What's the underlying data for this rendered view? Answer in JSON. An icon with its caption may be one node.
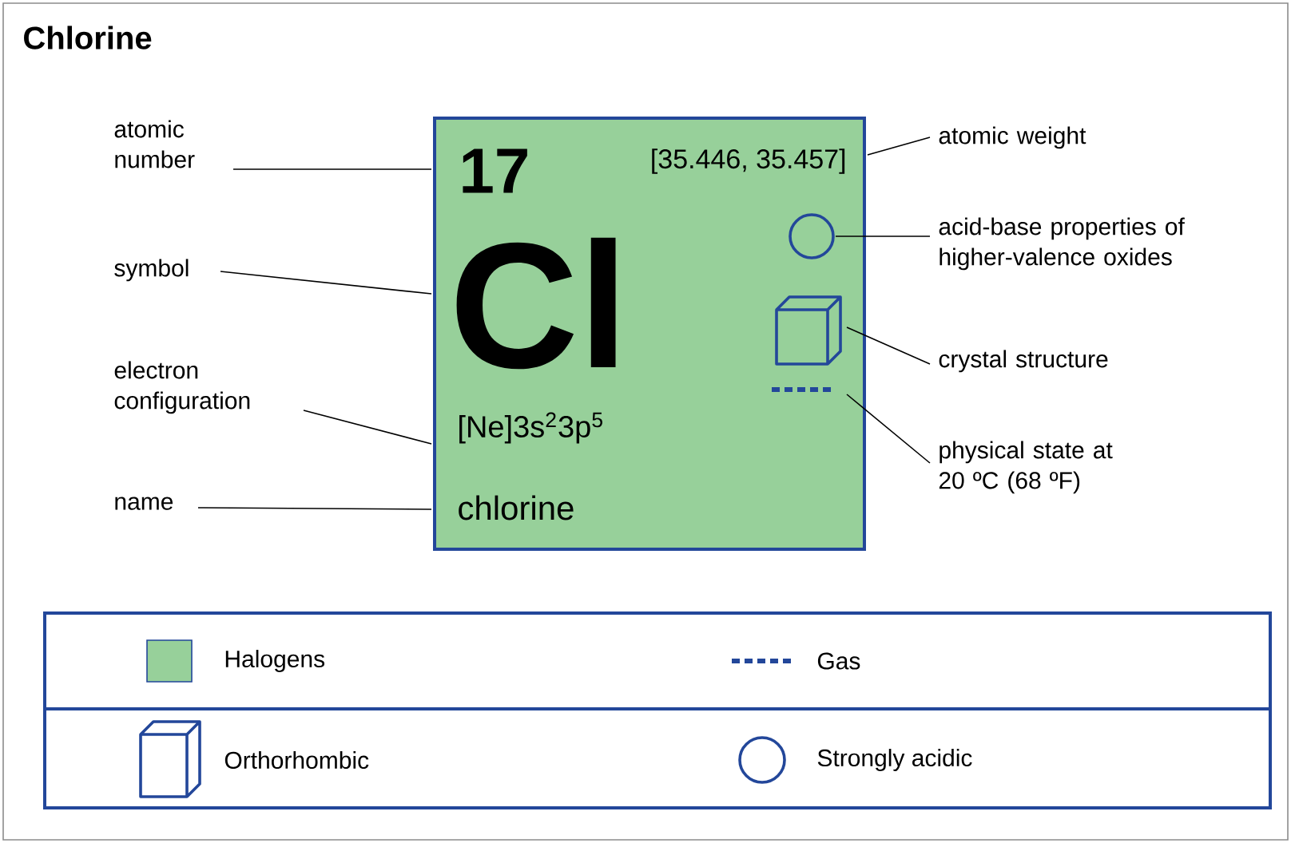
{
  "diagram": {
    "title": "Chlorine",
    "nodes": [
      {
        "text": [],
        "shape": "box"
      },
      {
        "text": [
          "17"
        ],
        "in": 0
      },
      {
        "text": [
          "[35.446, 35.457]"
        ],
        "in": 0
      },
      {
        "text": [
          "Cl"
        ],
        "in": 0
      },
      {
        "text": [
          "[Ne]3s$^{2}$3p$^{5}$"
        ],
        "in": 0
      },
      {
        "text": [
          "chlorine"
        ],
        "in": 0
      },
      {
        "text": [],
        "shape": "circle",
        "in": 0
      },
      {
        "text": [],
        "shape": "cube",
        "in": 0
      },
      {
        "text": [],
        "shape": "line",
        "in": 0
      },
      {
        "text": [
          "atomic number"
        ]
      },
      {
        "text": [
          "symbol"
        ]
      },
      {
        "text": [
          "electron configuration"
        ]
      },
      {
        "text": [
          "name"
        ]
      },
      {
        "text": [
          "atomic weight"
        ]
      },
      {
        "text": [
          "acid-base properties of higher-valence oxides"
        ]
      },
      {
        "text": [
          "crystal structure"
        ]
      },
      {
        "text": [
          "physical state at 20 ºC (68 ºF)"
        ]
      }
    ],
    "edges": [
      {
        "from": 9,
        "to": 1,
        "arrow": "none"
      },
      {
        "from": 10,
        "to": 3,
        "arrow": "none"
      },
      {
        "from": 11,
        "to": 4,
        "arrow": "none"
      },
      {
        "from": 12,
        "to": 5,
        "arrow": "none"
      },
      {
        "from": 13,
        "to": 2,
        "arrow": "none"
      },
      {
        "from": 14,
        "to": 6,
        "arrow": "none"
      },
      {
        "from": 15,
        "to": 7,
        "arrow": "none"
      },
      {
        "from": 16,
        "to": 8,
        "arrow": "none"
      }
    ],
    "legend": [
      {
        "text": "Halogens",
        "color": "#97d09a"
      },
      {
        "text": "Gas"
      },
      {
        "text": "Orthorhombic"
      },
      {
        "text": "Strongly acidic"
      }
    ]
  }
}
